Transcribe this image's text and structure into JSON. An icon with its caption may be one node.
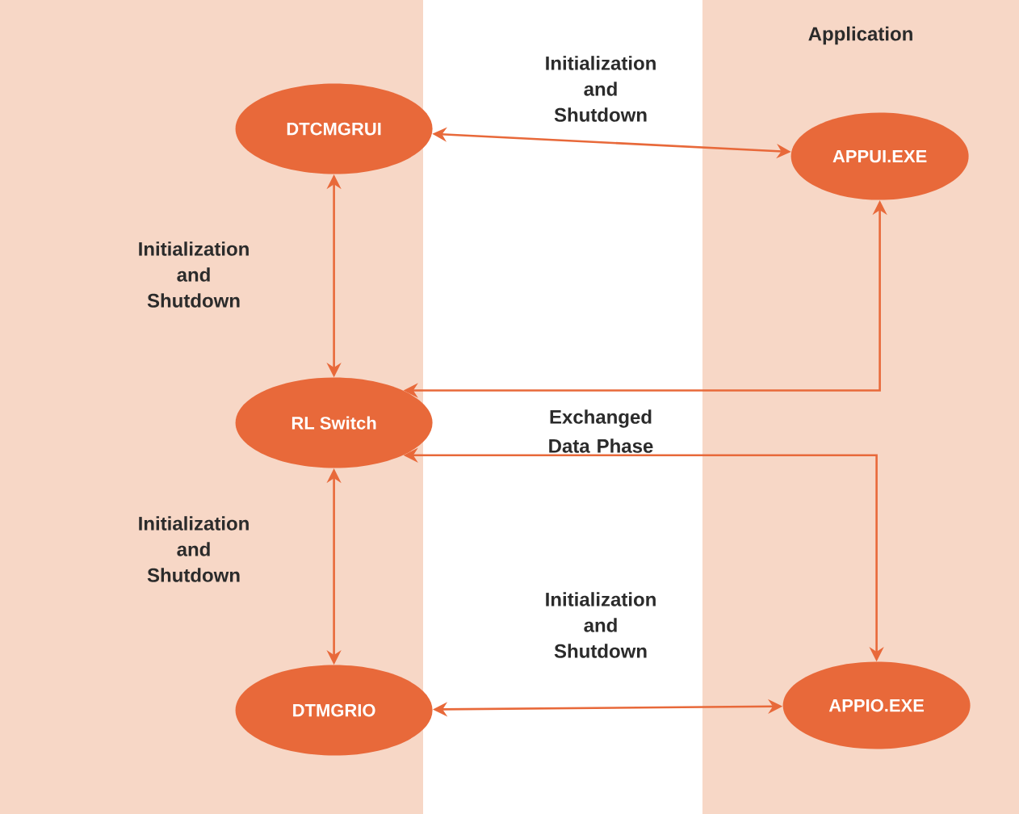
{
  "diagram": {
    "nodes": [
      {
        "text": [],
        "shape": "box"
      },
      {
        "text": [
          "Application"
        ]
      },
      {
        "text": [
          "DTCMGRUI"
        ],
        "in": 0
      },
      {
        "text": [
          "APPUI.EXE"
        ],
        "in": 1
      },
      {
        "text": [
          "RL Switch"
        ],
        "in": 0
      },
      {
        "text": [
          "DTMGRIO"
        ],
        "in": 0
      },
      {
        "text": [
          "APPIO.EXE"
        ],
        "in": 1
      }
    ],
    "edges": [
      {
        "from": 2,
        "to": 3,
        "arrow": "both",
        "label": "Initialization and Shutdown"
      },
      {
        "from": 2,
        "to": 4,
        "arrow": "both",
        "label": "Initialization and Shutdown"
      },
      {
        "from": 4,
        "to": 3,
        "arrow": "both"
      },
      {
        "from": 4,
        "to": 6,
        "arrow": "both"
      },
      {
        "from": 4,
        "to": 5,
        "arrow": "both",
        "label": "Initialization and Shutdown"
      },
      {
        "from": 5,
        "to": 6,
        "arrow": "both",
        "label": "Initialization and Shutdown"
      }
    ],
    "labels": [
      "Exchanged Data Phase"
    ]
  }
}
